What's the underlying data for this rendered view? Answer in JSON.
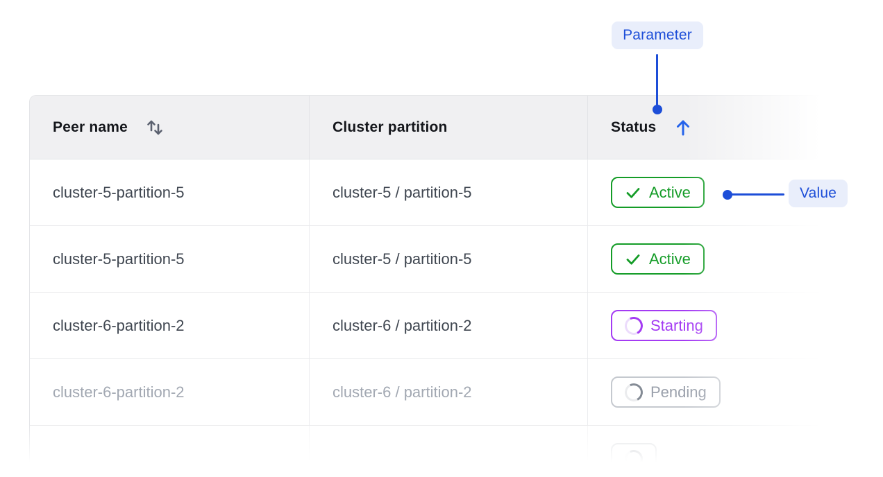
{
  "callouts": {
    "parameter_label": "Parameter",
    "value_label": "Value"
  },
  "table": {
    "columns": [
      {
        "label": "Peer name",
        "sort_icon": "sort-both-icon"
      },
      {
        "label": "Cluster partition",
        "sort_icon": null
      },
      {
        "label": "Status",
        "sort_icon": "arrow-up-icon",
        "sort_state": "ascending"
      }
    ],
    "rows": [
      {
        "peer_name": "cluster-5-partition-5",
        "cluster_partition": "cluster-5 / partition-5",
        "status": "Active",
        "status_kind": "active",
        "dimmed": false,
        "partial": false
      },
      {
        "peer_name": "cluster-5-partition-5",
        "cluster_partition": "cluster-5 / partition-5",
        "status": "Active",
        "status_kind": "active",
        "dimmed": false,
        "partial": false
      },
      {
        "peer_name": "cluster-6-partition-2",
        "cluster_partition": "cluster-6 / partition-2",
        "status": "Starting",
        "status_kind": "starting",
        "dimmed": false,
        "partial": false
      },
      {
        "peer_name": "cluster-6-partition-2",
        "cluster_partition": "cluster-6 / partition-2",
        "status": "Pending",
        "status_kind": "pending",
        "dimmed": true,
        "partial": false
      },
      {
        "peer_name": "",
        "cluster_partition": "",
        "status": "",
        "status_kind": "pending",
        "dimmed": true,
        "partial": true
      }
    ]
  },
  "colors": {
    "accent_blue": "#1d4ed8",
    "arrow_blue": "#2563eb",
    "chip_bg": "#e9eefb",
    "status_green": "#149c27",
    "status_purple": "#a43bf3",
    "status_gray_text": "#9aa0ab",
    "header_bg": "#f0f0f2",
    "body_text": "#3f4650",
    "header_text": "#14161b",
    "sort_icon_gray": "#5b6170"
  }
}
